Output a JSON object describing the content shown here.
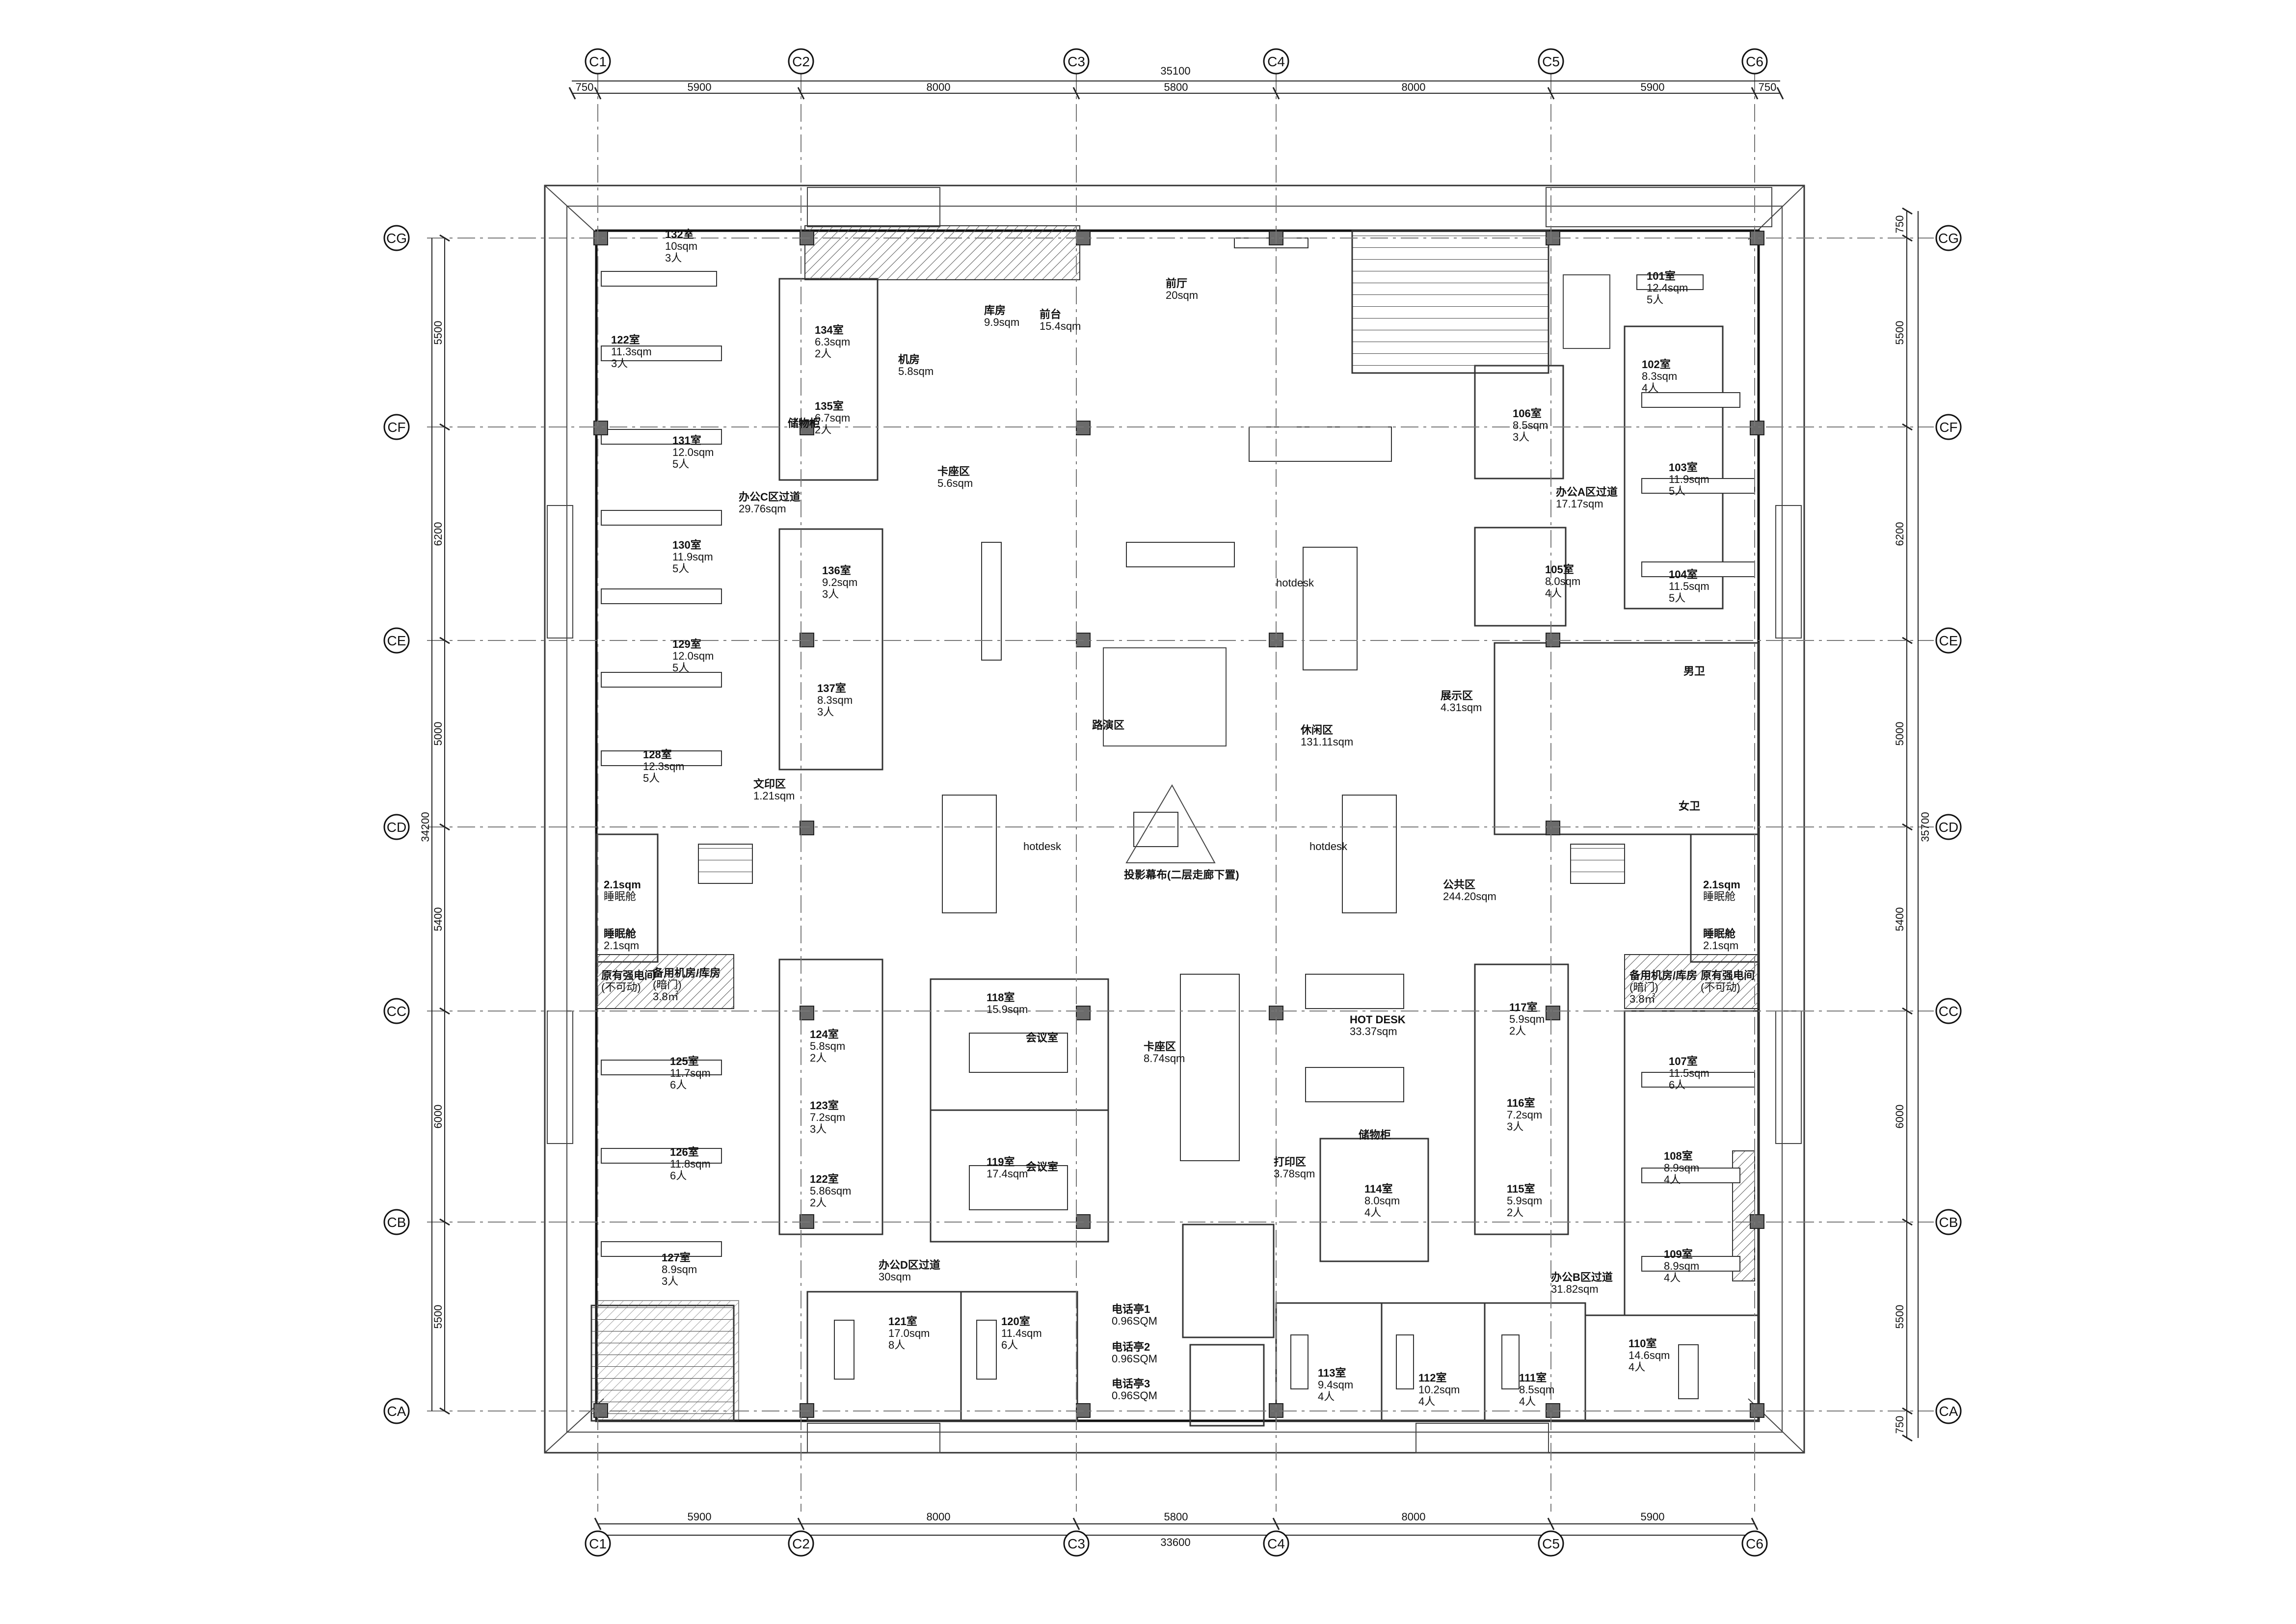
{
  "axes": {
    "columns": [
      "C1",
      "C2",
      "C3",
      "C4",
      "C5",
      "C6"
    ],
    "rows": [
      "CG",
      "CF",
      "CE",
      "CD",
      "CC",
      "CB",
      "CA"
    ]
  },
  "dimensions": {
    "top_total": "35100",
    "top_segments": [
      "750",
      "5900",
      "8000",
      "5800",
      "8000",
      "5900",
      "750"
    ],
    "bottom_total": "33600",
    "bottom_segments": [
      "5900",
      "8000",
      "5800",
      "8000",
      "5900"
    ],
    "left_total": "34200",
    "left_segments": [
      "5500",
      "6200",
      "5000",
      "5400",
      "6000",
      "5500"
    ],
    "right_total": "35700",
    "right_segments": [
      "750",
      "5500",
      "6200",
      "5000",
      "5400",
      "6000",
      "5500",
      "750"
    ]
  },
  "rooms": [
    {
      "lines": [
        "132室",
        "10sqm",
        "3人"
      ]
    },
    {
      "lines": [
        "122室",
        "11.3sqm",
        "3人"
      ]
    },
    {
      "lines": [
        "131室",
        "12.0sqm",
        "5人"
      ]
    },
    {
      "lines": [
        "130室",
        "11.9sqm",
        "5人"
      ]
    },
    {
      "lines": [
        "129室",
        "12.0sqm",
        "5人"
      ]
    },
    {
      "lines": [
        "128室",
        "12.3sqm",
        "5人"
      ]
    },
    {
      "lines": [
        "办公C区过道",
        "29.76sqm"
      ]
    },
    {
      "lines": [
        "文印区",
        "1.21sqm"
      ]
    },
    {
      "lines": [
        "134室",
        "6.3sqm",
        "2人"
      ]
    },
    {
      "lines": [
        "135室",
        "6.7sqm",
        "2人"
      ]
    },
    {
      "lines": [
        "储物柜"
      ]
    },
    {
      "lines": [
        "机房",
        "5.8sqm"
      ]
    },
    {
      "lines": [
        "库房",
        "9.9sqm"
      ]
    },
    {
      "lines": [
        "前台",
        "15.4sqm"
      ]
    },
    {
      "lines": [
        "卡座区",
        "5.6sqm"
      ]
    },
    {
      "lines": [
        "前厅",
        "20sqm"
      ]
    },
    {
      "lines": [
        "136室",
        "9.2sqm",
        "3人"
      ]
    },
    {
      "lines": [
        "137室",
        "8.3sqm",
        "3人"
      ]
    },
    {
      "lines": [
        "路演区"
      ]
    },
    {
      "lines": [
        "休闲区",
        "131.11sqm"
      ]
    },
    {
      "lines": [
        "投影幕布(二层走廊下置)"
      ]
    },
    {
      "lines": [
        "公共区",
        "244.20sqm"
      ]
    },
    {
      "lines": [
        "101室",
        "12.4sqm",
        "5人"
      ]
    },
    {
      "lines": [
        "102室",
        "8.3sqm",
        "4人"
      ]
    },
    {
      "lines": [
        "103室",
        "11.9sqm",
        "5人"
      ]
    },
    {
      "lines": [
        "104室",
        "11.5sqm",
        "5人"
      ]
    },
    {
      "lines": [
        "105室",
        "8.0sqm",
        "4人"
      ]
    },
    {
      "lines": [
        "106室",
        "8.5sqm",
        "3人"
      ]
    },
    {
      "lines": [
        "办公A区过道",
        "17.17sqm"
      ]
    },
    {
      "lines": [
        "展示区",
        "4.31sqm"
      ]
    },
    {
      "lines": [
        "男卫"
      ]
    },
    {
      "lines": [
        "女卫"
      ]
    },
    {
      "lines": [
        "2.1sqm",
        "睡眠舱"
      ]
    },
    {
      "lines": [
        "睡眠舱",
        "2.1sqm"
      ]
    },
    {
      "lines": [
        "2.1sqm",
        "睡眠舱"
      ]
    },
    {
      "lines": [
        "睡眠舱",
        "2.1sqm"
      ]
    },
    {
      "lines": [
        "原有强电间",
        "(不可动)"
      ]
    },
    {
      "lines": [
        "备用机房/库房",
        "(暗门)",
        "3.8㎡"
      ]
    },
    {
      "lines": [
        "备用机房/库房",
        "(暗门)",
        "3.8㎡"
      ]
    },
    {
      "lines": [
        "原有强电间",
        "(不可动)"
      ]
    },
    {
      "lines": [
        "125室",
        "11.7sqm",
        "6人"
      ]
    },
    {
      "lines": [
        "126室",
        "11.8sqm",
        "6人"
      ]
    },
    {
      "lines": [
        "127室",
        "8.9sqm",
        "3人"
      ]
    },
    {
      "lines": [
        "124室",
        "5.8sqm",
        "2人"
      ]
    },
    {
      "lines": [
        "123室",
        "7.2sqm",
        "3人"
      ]
    },
    {
      "lines": [
        "122室",
        "5.86sqm",
        "2人"
      ]
    },
    {
      "lines": [
        "118室",
        "15.9sqm"
      ]
    },
    {
      "lines": [
        "会议室"
      ]
    },
    {
      "lines": [
        "119室",
        "17.4sqm"
      ]
    },
    {
      "lines": [
        "会议室"
      ]
    },
    {
      "lines": [
        "卡座区",
        "8.74sqm"
      ]
    },
    {
      "lines": [
        "HOT DESK",
        "33.37sqm"
      ]
    },
    {
      "lines": [
        "打印区",
        "3.78sqm"
      ]
    },
    {
      "lines": [
        "储物柜"
      ]
    },
    {
      "lines": [
        "114室",
        "8.0sqm",
        "4人"
      ]
    },
    {
      "lines": [
        "117室",
        "5.9sqm",
        "2人"
      ]
    },
    {
      "lines": [
        "116室",
        "7.2sqm",
        "3人"
      ]
    },
    {
      "lines": [
        "115室",
        "5.9sqm",
        "2人"
      ]
    },
    {
      "lines": [
        "107室",
        "11.5sqm",
        "6人"
      ]
    },
    {
      "lines": [
        "108室",
        "8.9sqm",
        "4人"
      ]
    },
    {
      "lines": [
        "109室",
        "8.9sqm",
        "4人"
      ]
    },
    {
      "lines": [
        "办公D区过道",
        "30sqm"
      ]
    },
    {
      "lines": [
        "办公B区过道",
        "31.82sqm"
      ]
    },
    {
      "lines": [
        "121室",
        "17.0sqm",
        "8人"
      ]
    },
    {
      "lines": [
        "120室",
        "11.4sqm",
        "6人"
      ]
    },
    {
      "lines": [
        "电话亭1",
        "0.96SQM"
      ]
    },
    {
      "lines": [
        "电话亭2",
        "0.96SQM"
      ]
    },
    {
      "lines": [
        "电话亭3",
        "0.96SQM"
      ]
    },
    {
      "lines": [
        "113室",
        "9.4sqm",
        "4人"
      ]
    },
    {
      "lines": [
        "112室",
        "10.2sqm",
        "4人"
      ]
    },
    {
      "lines": [
        "111室",
        "8.5sqm",
        "4人"
      ]
    },
    {
      "lines": [
        "110室",
        "14.6sqm",
        "4人"
      ]
    }
  ],
  "notes": [
    "hotdesk",
    "hotdesk",
    "hotdesk"
  ]
}
